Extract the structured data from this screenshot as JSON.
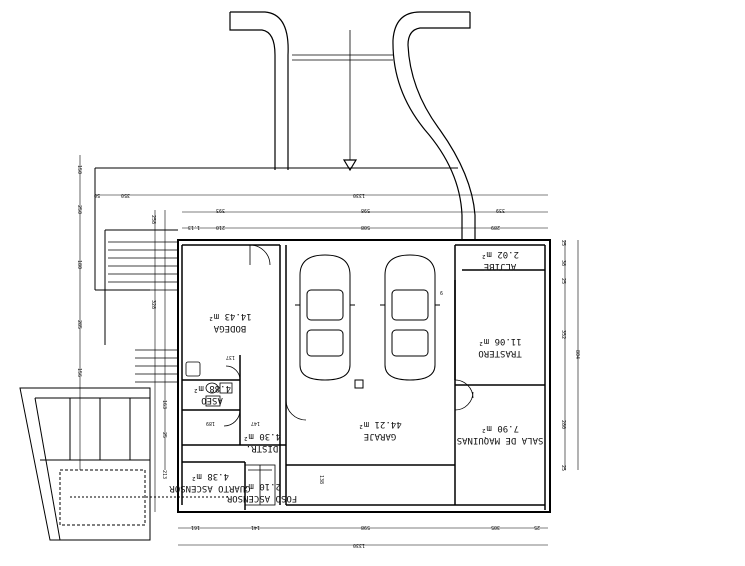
{
  "rooms": [
    {
      "id": "aljibe",
      "name": "ALJIBE",
      "area": "2.02 m²"
    },
    {
      "id": "bodega",
      "name": "BODEGA",
      "area": "14.43 m²"
    },
    {
      "id": "trastero",
      "name": "TRASTERO",
      "area": "11.06 m²"
    },
    {
      "id": "aseo",
      "name": "ASEO",
      "area": "4.88 m²"
    },
    {
      "id": "garaje",
      "name": "GARAJE",
      "area": "44.21 m²"
    },
    {
      "id": "sala",
      "name": "SALA DE MAQUINAS",
      "area": "7.90 m²"
    },
    {
      "id": "distr",
      "name": "DISTR.",
      "area": "4.30 m²"
    },
    {
      "id": "cuarto",
      "name": "CUARTO ASCENSOR",
      "area": "4.38 m²"
    },
    {
      "id": "foso",
      "name": "FOSO ASCENSOR",
      "area": "2.10 m²"
    }
  ],
  "dimensions": {
    "top_total": "1330",
    "bottom_total": "1330",
    "top_598": "598",
    "top_339": "339",
    "top_393": "393",
    "top_350": "350",
    "top_50": "50",
    "top_210": "210",
    "top_113": "1.13",
    "row_508": "508",
    "row_289": "289",
    "left_150": "150",
    "left_250": "250",
    "left_180": "180",
    "left_285": "285",
    "left_156": "156",
    "left_150b": "150",
    "left_258": "258",
    "left_328": "328",
    "left_163": "163",
    "left_213": "213",
    "left_25": "25",
    "right_804": "804",
    "right_352": "352",
    "right_280": "280",
    "right_25a": "25",
    "right_25b": "25",
    "right_25c": "25",
    "right_38": "38",
    "bot_161": "161",
    "bot_141": "141",
    "bot_598": "598",
    "bot_305": "305",
    "bot_25": "25",
    "mid_138": "138",
    "mid_189": "189",
    "mid_147": "147",
    "mid_137": "137",
    "mid_6": "6"
  }
}
